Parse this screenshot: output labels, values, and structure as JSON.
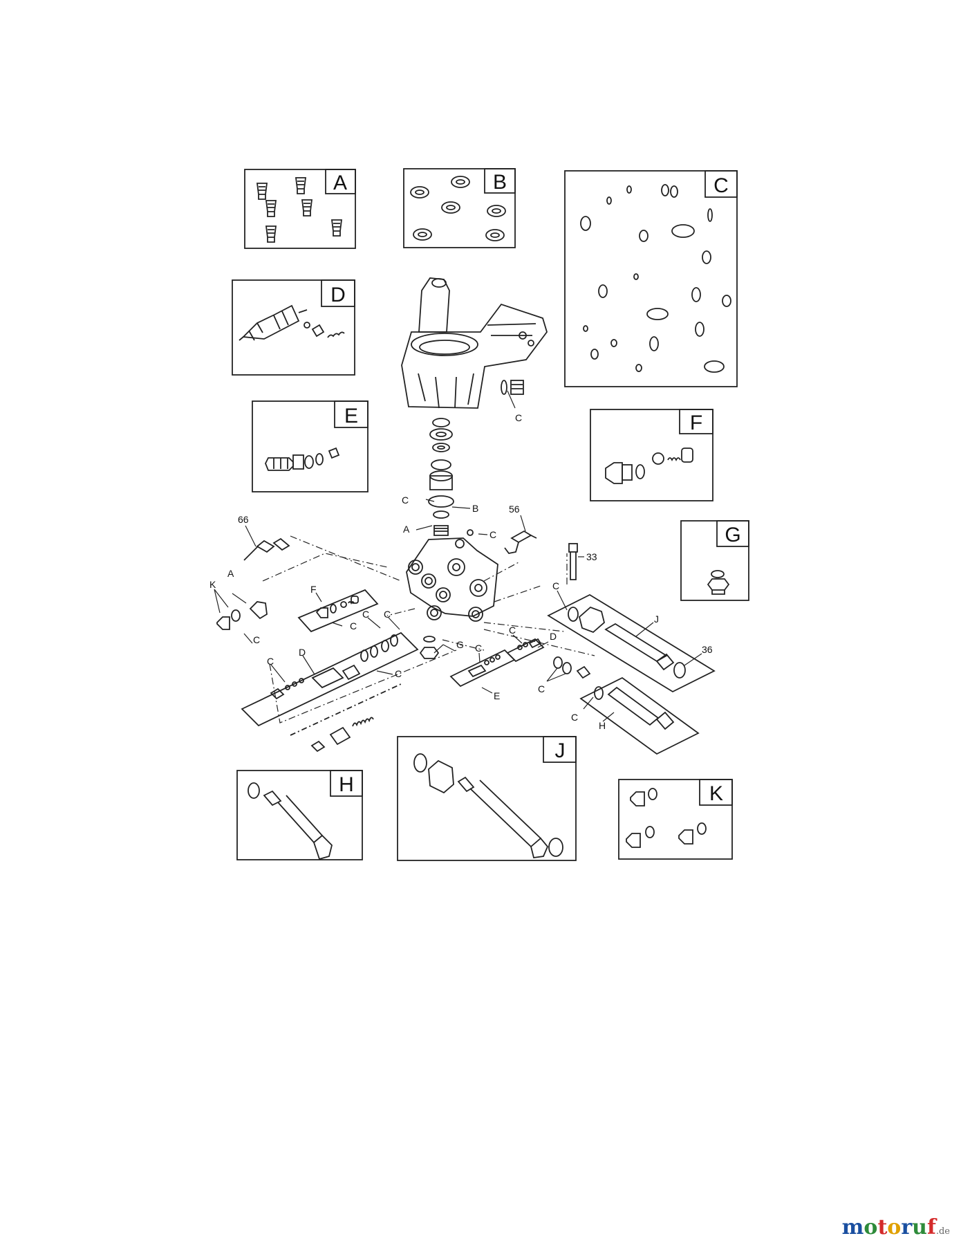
{
  "kits": [
    {
      "letter": "A"
    },
    {
      "letter": "B"
    },
    {
      "letter": "C"
    },
    {
      "letter": "D"
    },
    {
      "letter": "E"
    },
    {
      "letter": "F"
    },
    {
      "letter": "G"
    },
    {
      "letter": "H"
    },
    {
      "letter": "J"
    },
    {
      "letter": "K"
    }
  ],
  "callouts": {
    "c_head": "C",
    "c_ring": "C",
    "b": "B",
    "a_top": "A",
    "c_ball": "C",
    "p56": "56",
    "p33": "33",
    "p66": "66",
    "a_left": "A",
    "k_left": "K",
    "c_left": "C",
    "f_small": "F",
    "c_f": "C",
    "c_d1": "C",
    "c_d2": "C",
    "c_d3": "C",
    "d_left": "D",
    "c_d4": "C",
    "g": "G",
    "c_e": "C",
    "e": "E",
    "c_dr": "C",
    "d_right": "D",
    "c_j": "C",
    "j": "J",
    "p36": "36",
    "c_o": "C",
    "c_h": "C",
    "h": "H"
  },
  "watermark": {
    "brand": "motoruf",
    "tld": ".de",
    "colors": [
      "#1a4fa0",
      "#2e8b3a",
      "#d42a2a",
      "#e0a000"
    ]
  }
}
